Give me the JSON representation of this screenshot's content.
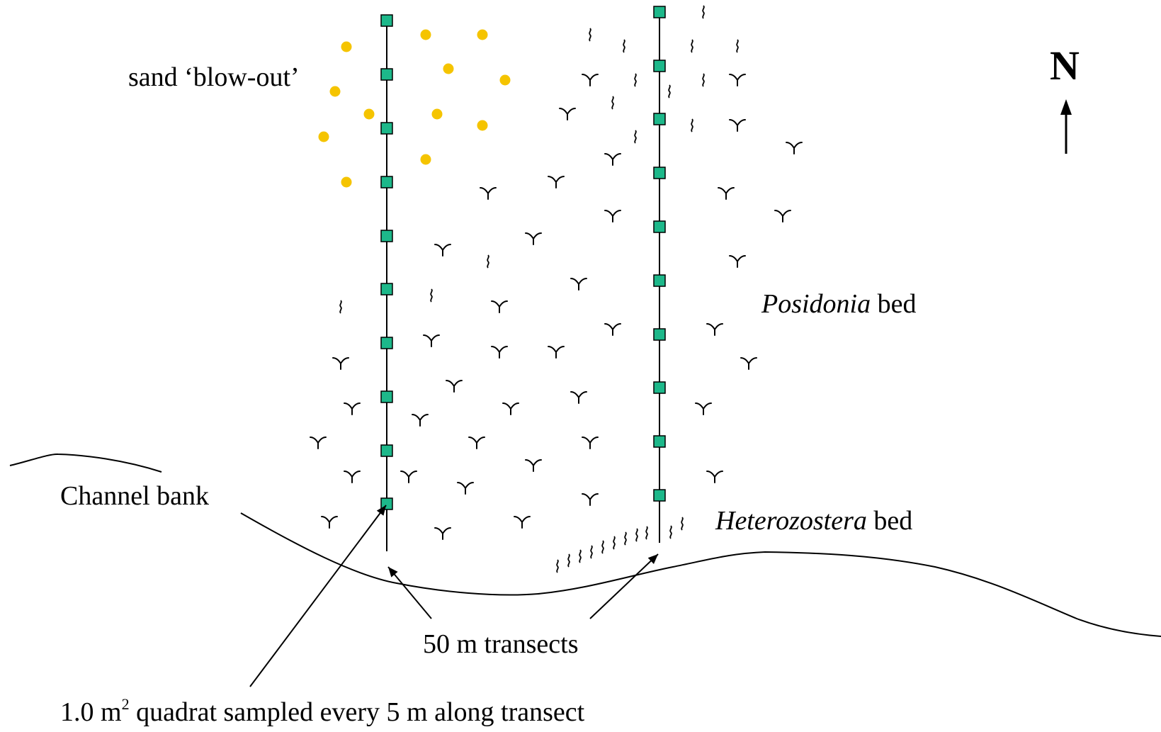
{
  "labels": {
    "sand_blowout": "sand ‘blow-out’",
    "posidonia_italic": "Posidonia",
    "posidonia_rest": " bed",
    "heterozostera_italic": "Heterozostera",
    "heterozostera_rest": " bed",
    "channel_bank": "Channel bank",
    "transects": "50 m transects",
    "quadrat_prefix": "1.0 m",
    "quadrat_sup": "2",
    "quadrat_suffix": " quadrat sampled every 5 m along transect",
    "north": "N"
  },
  "colors": {
    "quadrat_fill": "#1db88a",
    "sand_dot": "#f5c400",
    "line": "#000000"
  },
  "icons": {
    "seagrass": "y-shaped-seagrass-icon",
    "wavy": "wavy-seagrass-icon",
    "sand": "sand-dot-icon",
    "quadrat": "quadrat-square-icon",
    "north_arrow": "north-arrow-icon"
  }
}
